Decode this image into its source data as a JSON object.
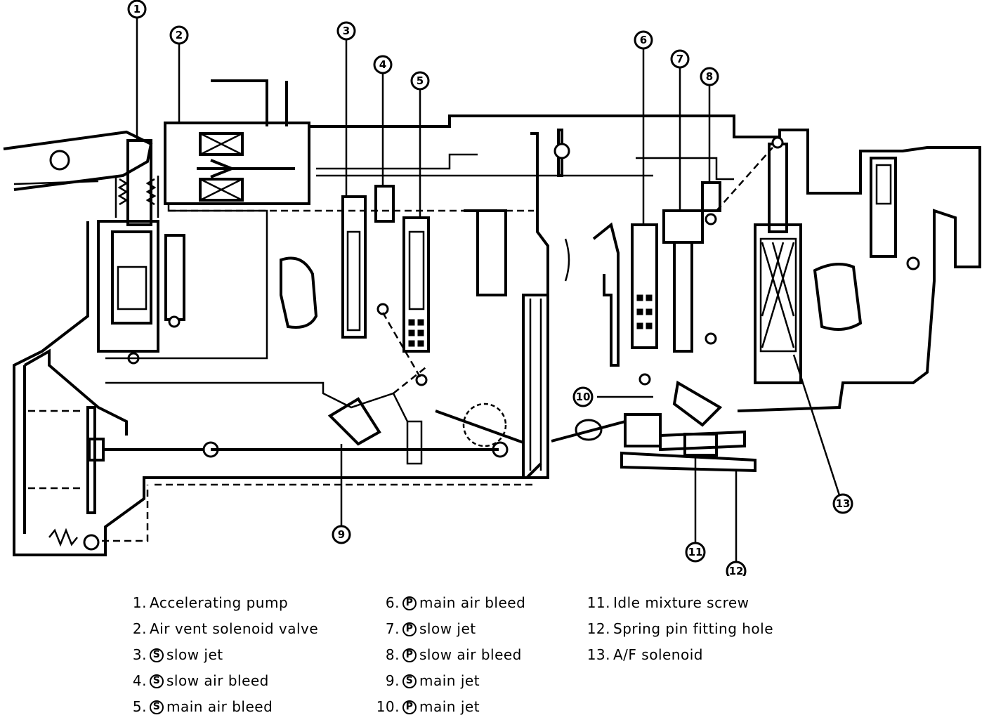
{
  "callouts": [
    "1",
    "2",
    "3",
    "4",
    "5",
    "6",
    "7",
    "8",
    "9",
    "10",
    "11",
    "12",
    "13"
  ],
  "legend": {
    "col1": [
      {
        "num": "1.",
        "badge": "",
        "text": "Accelerating pump"
      },
      {
        "num": "2.",
        "badge": "",
        "text": "Air vent solenoid valve"
      },
      {
        "num": "3.",
        "badge": "S",
        "text": "slow jet"
      },
      {
        "num": "4.",
        "badge": "S",
        "text": "slow air bleed"
      },
      {
        "num": "5.",
        "badge": "S",
        "text": "main air bleed"
      }
    ],
    "col2": [
      {
        "num": "6.",
        "badge": "P",
        "text": "main air bleed"
      },
      {
        "num": "7.",
        "badge": "P",
        "text": "slow jet"
      },
      {
        "num": "8.",
        "badge": "P",
        "text": "slow air bleed"
      },
      {
        "num": "9.",
        "badge": "S",
        "text": "main jet"
      },
      {
        "num": "10.",
        "badge": "P",
        "text": "main jet"
      }
    ],
    "col3": [
      {
        "num": "11.",
        "text": "Idle mixture screw"
      },
      {
        "num": "12.",
        "text": "Spring pin fitting hole"
      },
      {
        "num": "13.",
        "text": "A/F solenoid"
      }
    ]
  }
}
